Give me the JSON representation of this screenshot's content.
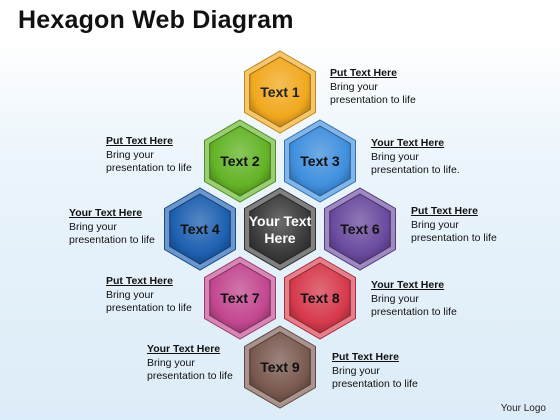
{
  "title": "Hexagon Web Diagram",
  "logo": "Your Logo",
  "hexagons": [
    {
      "id": "text-1",
      "label": "Text 1",
      "color": "#f1a81e",
      "text_color": "#222222"
    },
    {
      "id": "text-2",
      "label": "Text 2",
      "color": "#62b326",
      "text_color": "#111111"
    },
    {
      "id": "text-3",
      "label": "Text 3",
      "color": "#3f8fde",
      "text_color": "#111111"
    },
    {
      "id": "text-4",
      "label": "Text 4",
      "color": "#1d5fb0",
      "text_color": "#111111"
    },
    {
      "id": "center",
      "label": "Your Text Here",
      "color": "#3b3b3b",
      "text_color": "#ffffff"
    },
    {
      "id": "text-6",
      "label": "Text 6",
      "color": "#6a4a9e",
      "text_color": "#111111"
    },
    {
      "id": "text-7",
      "label": "Text 7",
      "color": "#c2478f",
      "text_color": "#111111"
    },
    {
      "id": "text-8",
      "label": "Text 8",
      "color": "#d63a4c",
      "text_color": "#111111"
    },
    {
      "id": "text-9",
      "label": "Text 9",
      "color": "#7a5a50",
      "text_color": "#111111"
    }
  ],
  "notes": [
    {
      "heading": "Put Text Here",
      "line1": "Bring your",
      "line2": "presentation to life"
    },
    {
      "heading": "Put Text Here",
      "line1": "Bring your",
      "line2": "presentation to life"
    },
    {
      "heading": "Your Text Here",
      "line1": "Bring your",
      "line2": "presentation to life."
    },
    {
      "heading": "Your Text Here",
      "line1": "Bring your",
      "line2": "presentation to life"
    },
    {
      "heading": "Put Text Here",
      "line1": "Bring your",
      "line2": "presentation to life"
    },
    {
      "heading": "Put Text Here",
      "line1": "Bring your",
      "line2": "presentation to life"
    },
    {
      "heading": "Your Text Here",
      "line1": "Bring your",
      "line2": "presentation to life"
    },
    {
      "heading": "Your Text Here",
      "line1": "Bring your",
      "line2": "presentation to life"
    },
    {
      "heading": "Put Text Here",
      "line1": "Bring your",
      "line2": "presentation to life"
    }
  ]
}
